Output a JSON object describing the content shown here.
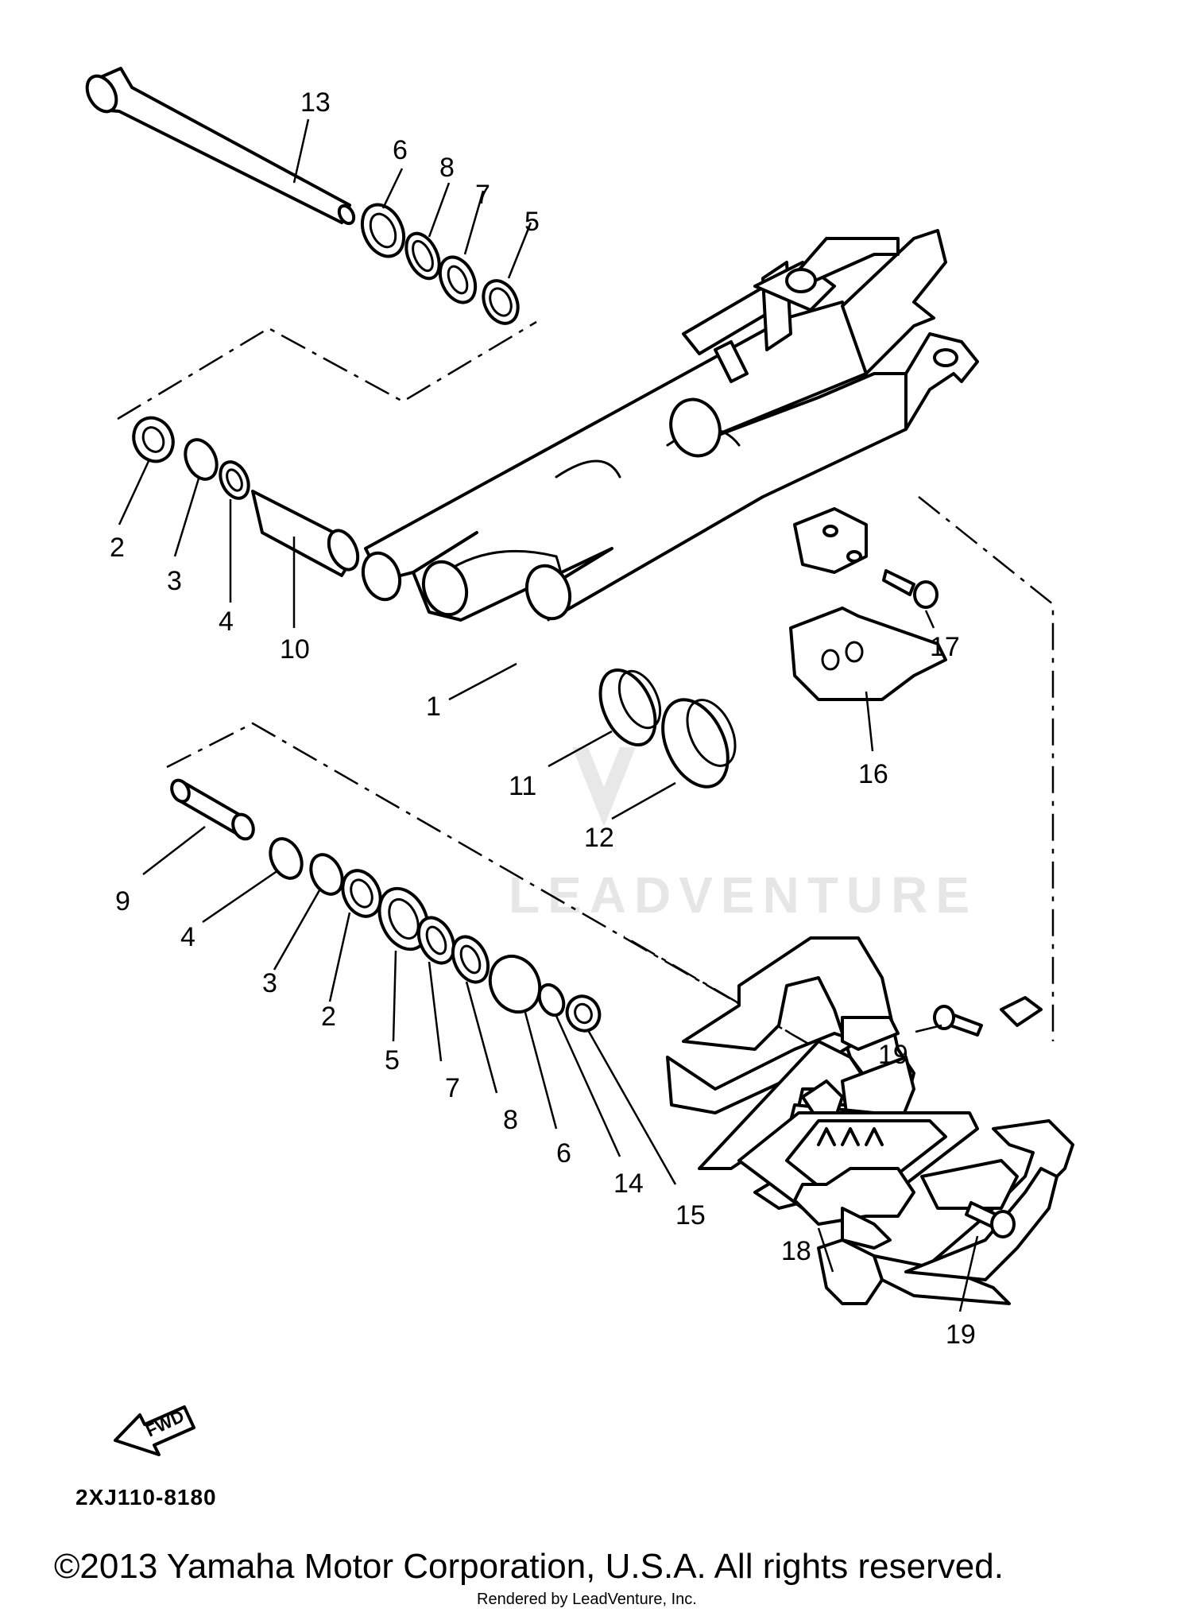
{
  "diagram_code": "2XJ110-8180",
  "fwd_label": "FWD",
  "copyright": "©2013 Yamaha Motor Corporation, U.S.A. All rights reserved.",
  "rendered_by": "Rendered by LeadVenture, Inc.",
  "watermark": "LEADVENTURE",
  "callouts": [
    {
      "id": "c13a",
      "label": "13"
    },
    {
      "id": "c6a",
      "label": "6"
    },
    {
      "id": "c8a",
      "label": "8"
    },
    {
      "id": "c7a",
      "label": "7"
    },
    {
      "id": "c5a",
      "label": "5"
    },
    {
      "id": "c2a",
      "label": "2"
    },
    {
      "id": "c3a",
      "label": "3"
    },
    {
      "id": "c4a",
      "label": "4"
    },
    {
      "id": "c10",
      "label": "10"
    },
    {
      "id": "c1",
      "label": "1"
    },
    {
      "id": "c11",
      "label": "11"
    },
    {
      "id": "c12",
      "label": "12"
    },
    {
      "id": "c16",
      "label": "16"
    },
    {
      "id": "c17",
      "label": "17"
    },
    {
      "id": "c9",
      "label": "9"
    },
    {
      "id": "c4b",
      "label": "4"
    },
    {
      "id": "c3b",
      "label": "3"
    },
    {
      "id": "c2b",
      "label": "2"
    },
    {
      "id": "c5b",
      "label": "5"
    },
    {
      "id": "c7b",
      "label": "7"
    },
    {
      "id": "c8b",
      "label": "8"
    },
    {
      "id": "c6b",
      "label": "6"
    },
    {
      "id": "c14",
      "label": "14"
    },
    {
      "id": "c15",
      "label": "15"
    },
    {
      "id": "c19a",
      "label": "19"
    },
    {
      "id": "c18",
      "label": "18"
    },
    {
      "id": "c19b",
      "label": "19"
    }
  ]
}
